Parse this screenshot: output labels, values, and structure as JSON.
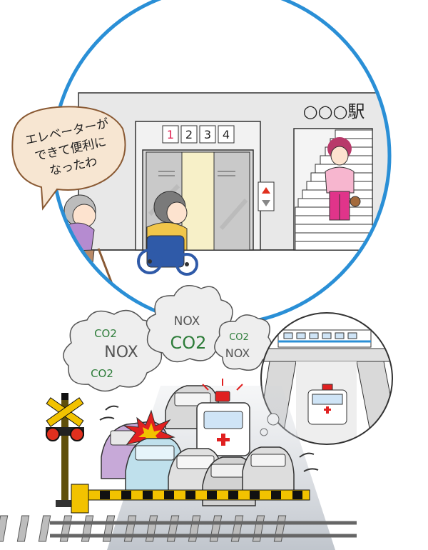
{
  "speech_bubble": {
    "lines": [
      "エレベーターが",
      "できて便利に",
      "なったわ"
    ]
  },
  "station": {
    "name": "○○○駅"
  },
  "elevator": {
    "floors": [
      "1",
      "2",
      "3",
      "4"
    ],
    "active_floor": "1"
  },
  "clouds": {
    "left": {
      "top": "CO2",
      "middle": "NOX",
      "bottom": "CO2"
    },
    "center": {
      "top": "NOX",
      "middle": "CO2"
    },
    "right": {
      "top": "CO2",
      "middle": "NOX"
    }
  },
  "colors": {
    "circle_border": "#2a8fd6",
    "wall": "#e9e9e9",
    "gas_green": "#2e7d3a",
    "gas_gray": "#555555",
    "crossing_yellow": "#f2c200",
    "ambulance_red": "#e02020",
    "lamp_red": "#e0301e"
  }
}
